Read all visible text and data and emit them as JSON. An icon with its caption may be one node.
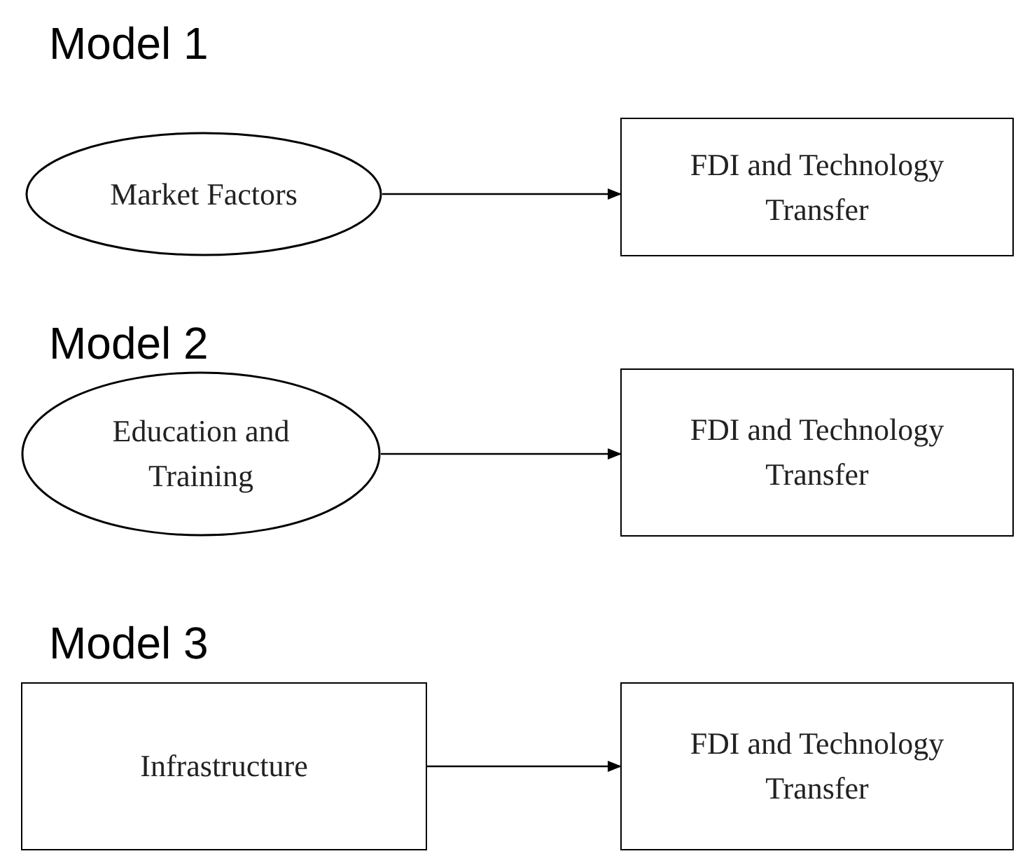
{
  "diagram": {
    "nodes": [
      {
        "text": [
          "Market Factors"
        ]
      },
      {
        "text": [
          "FDI and Technology Transfer"
        ]
      },
      {
        "text": [
          "Education and Training"
        ]
      },
      {
        "text": [
          "FDI and Technology Transfer"
        ]
      },
      {
        "text": [
          "Infrastructure"
        ]
      },
      {
        "text": [
          "FDI and Technology Transfer"
        ]
      }
    ],
    "edges": [
      {
        "from": 0,
        "to": 1,
        "arrow": "to"
      },
      {
        "from": 2,
        "to": 3,
        "arrow": "to"
      },
      {
        "from": 4,
        "to": 5,
        "arrow": "to"
      }
    ],
    "labels": [
      "Model 1",
      "Model 2",
      "Model 3"
    ]
  }
}
